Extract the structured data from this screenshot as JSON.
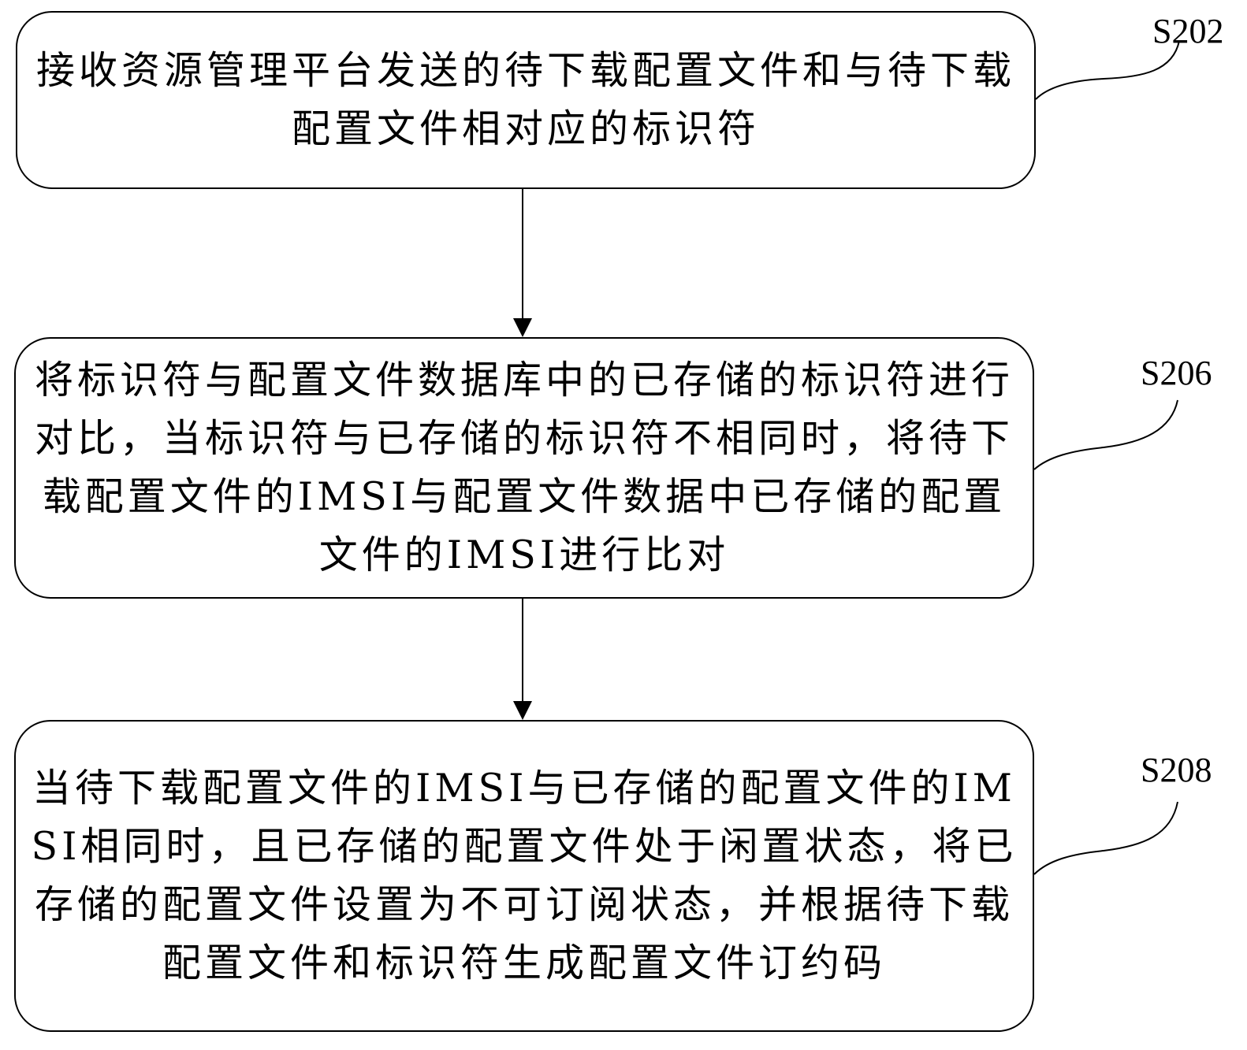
{
  "steps": [
    {
      "id": "S202",
      "text": "接收资源管理平台发送的待下载配置文件和与待下载配置文件相对应的标识符"
    },
    {
      "id": "S206",
      "text": "将标识符与配置文件数据库中的已存储的标识符进行对比，当标识符与已存储的标识符不相同时，将待下载配置文件的IMSI与配置文件数据中已存储的配置文件的IMSI进行比对"
    },
    {
      "id": "S208",
      "text": "当待下载配置文件的IMSI与已存储的配置文件的IMSI相同时，且已存储的配置文件处于闲置状态，将已存储的配置文件设置为不可订阅状态，并根据待下载配置文件和标识符生成配置文件订约码"
    }
  ]
}
